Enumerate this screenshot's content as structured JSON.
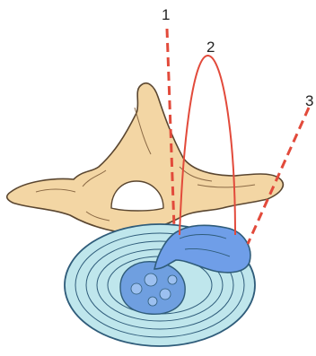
{
  "labels": {
    "one": "1",
    "two": "2",
    "three": "3"
  },
  "colors": {
    "bone": "#f3d6a4",
    "bone_outline": "#5a4630",
    "disc_outer": "#bfe6ec",
    "disc_rings": "#2f5c7a",
    "nucleus": "#6f9fe0",
    "herniation": "#6f9ee8",
    "red_lines": "#e24a3b"
  }
}
